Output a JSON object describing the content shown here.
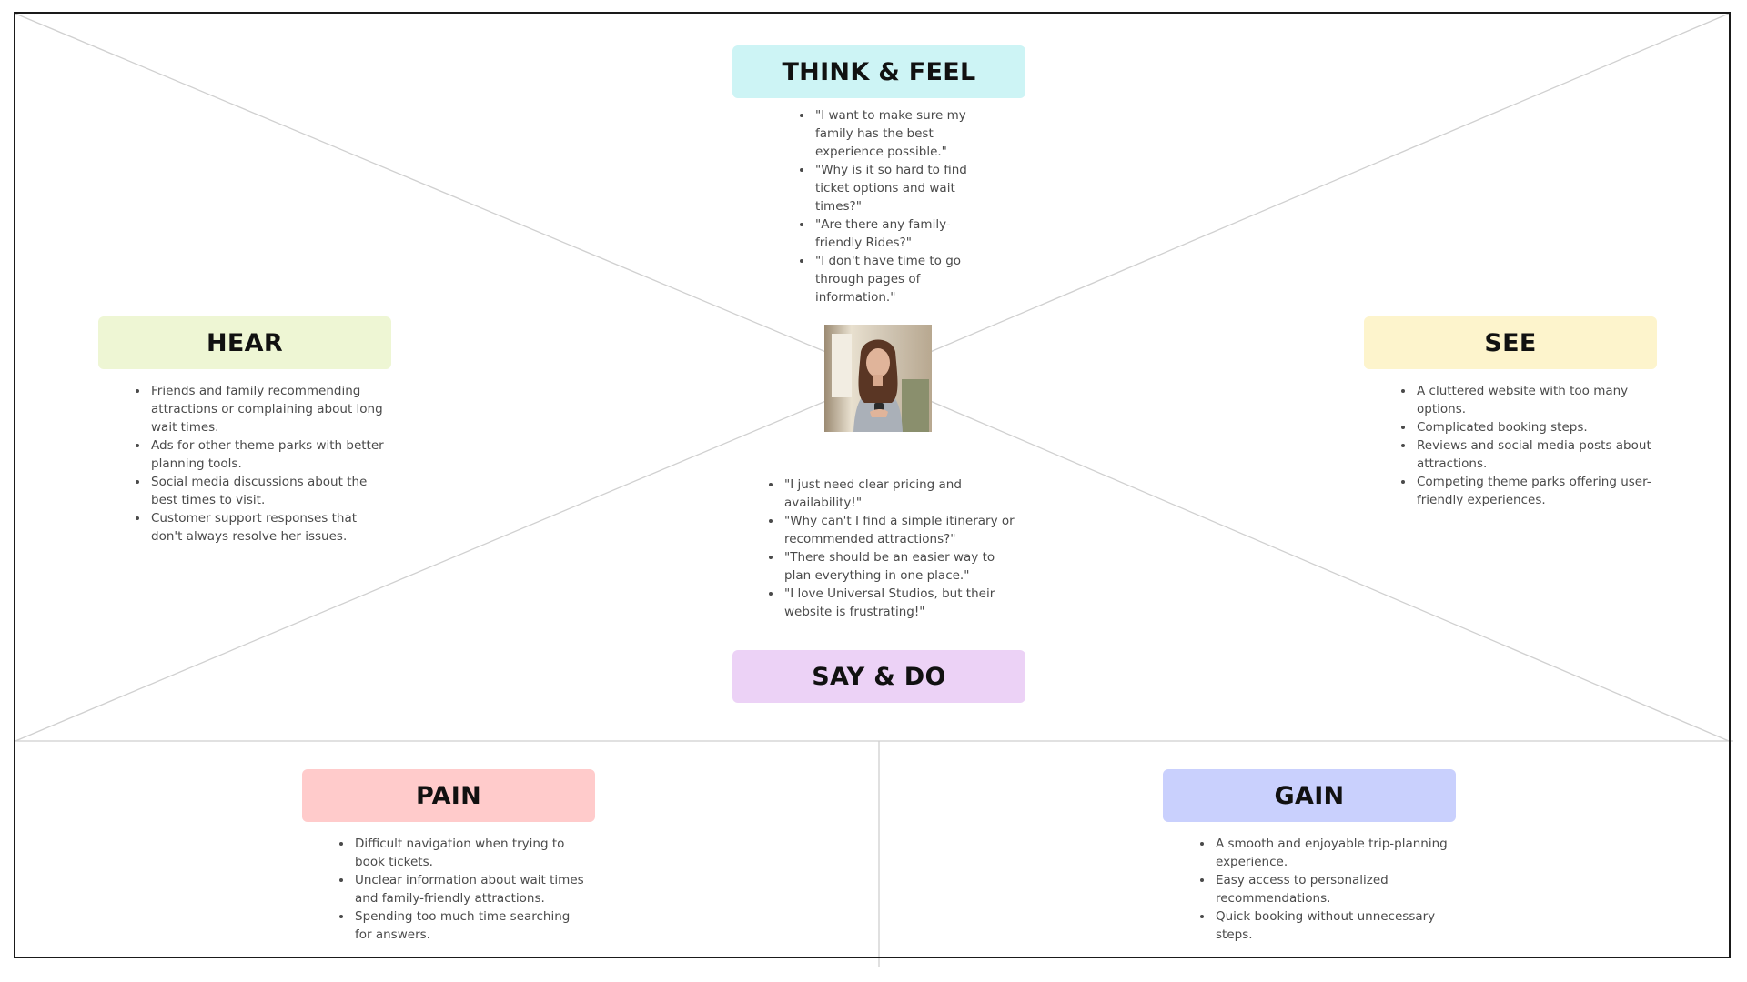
{
  "colors": {
    "think_feel": "#cdf4f5",
    "hear": "#eef6d4",
    "see": "#fdf4cc",
    "say_do": "#ecd2f6",
    "pain": "#ffcbcb",
    "gain": "#c9d0fd"
  },
  "persona": {
    "image": "persona-woman-holding-phone"
  },
  "quadrants": {
    "think_feel": {
      "title": "THINK & FEEL",
      "items": [
        "\"I want to make sure my family has the best experience possible.\"",
        "\"Why is it so hard to find ticket options and wait times?\"",
        "\"Are there any family-friendly Rides?\"",
        "\"I don't have time to go through  pages of information.\""
      ]
    },
    "hear": {
      "title": "HEAR",
      "items": [
        "Friends and family recommending attractions or complaining about long wait times.",
        "Ads for other theme parks with better planning tools.",
        "Social media discussions about the best times to visit.",
        "Customer support responses that don't always resolve her issues."
      ]
    },
    "see": {
      "title": "SEE",
      "items": [
        "A cluttered website with too many options.",
        "Complicated booking steps.",
        "Reviews and social media posts about attractions.",
        "Competing theme parks offering user-friendly experiences."
      ]
    },
    "say_do": {
      "title": "SAY & DO",
      "items": [
        "\"I just need clear pricing and availability!\"",
        "\"Why can't I find a simple itinerary or recommended attractions?\"",
        "\"There should be an easier way to plan everything in one place.\"",
        "\"I love Universal Studios, but their website is frustrating!\""
      ]
    }
  },
  "pain": {
    "title": "PAIN",
    "items": [
      "Difficult navigation when trying to book tickets.",
      "Unclear information about wait times and family-friendly attractions.",
      "Spending too much time searching for answers."
    ]
  },
  "gain": {
    "title": "GAIN",
    "items": [
      "A smooth and enjoyable trip-planning experience.",
      "Easy access to personalized recommendations.",
      "Quick booking without unnecessary steps."
    ]
  }
}
